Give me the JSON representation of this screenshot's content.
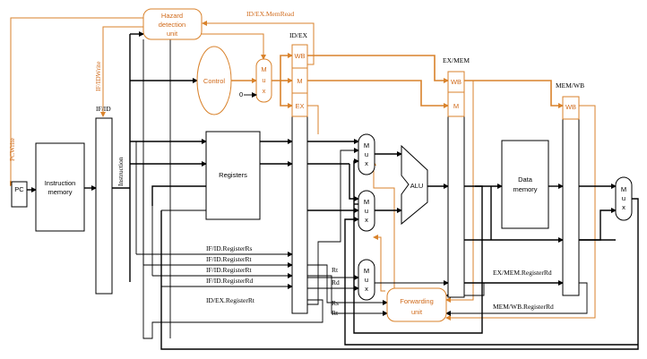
{
  "colors": {
    "control": "#d9822b",
    "datapath": "#000000"
  },
  "labels": {
    "pc": "PC",
    "instruction_memory": [
      "Instruction",
      "memory"
    ],
    "instruction": "Instruction",
    "registers": "Registers",
    "control": "Control",
    "hazard_unit": [
      "Hazard",
      "detection",
      "unit"
    ],
    "mux": [
      "M",
      "u",
      "x"
    ],
    "mux_zero": "0",
    "alu": "ALU",
    "data_memory": [
      "Data",
      "memory"
    ],
    "forwarding_unit": [
      "Forwarding",
      "unit"
    ],
    "wb": "WB",
    "m": "M",
    "ex": "EX",
    "if_id": "IF/ID",
    "id_ex": "ID/EX",
    "ex_mem": "EX/MEM",
    "mem_wb": "MEM/WB",
    "pc_write": "PCWrite",
    "if_id_write": "IF/IDWrite",
    "id_ex_memread": "ID/EX.MemRead",
    "if_id_rs": "IF/ID.RegisterRs",
    "if_id_rt_1": "IF/ID.RegisterRt",
    "if_id_rt_2": "IF/ID.RegisterRt",
    "if_id_rd": "IF/ID.RegisterRd",
    "id_ex_rt": "ID/EX.RegisterRt",
    "rt_1": "Rt",
    "rd": "Rd",
    "rs": "Rs",
    "rt_2": "Rt",
    "ex_mem_rd": "EX/MEM.RegisterRd",
    "mem_wb_rd": "MEM/WB.RegisterRd"
  }
}
